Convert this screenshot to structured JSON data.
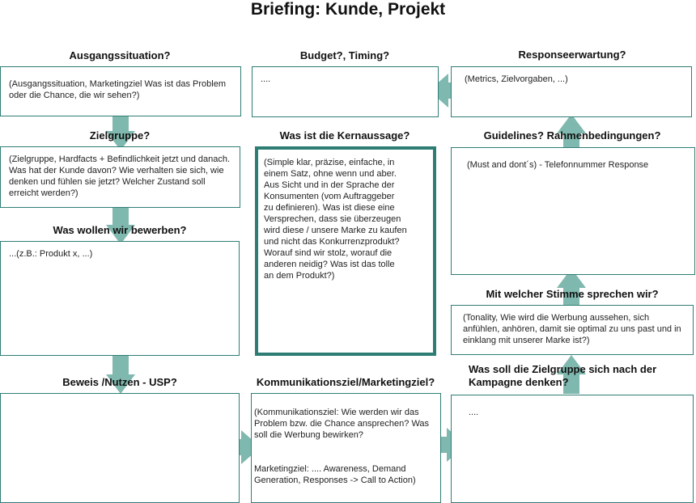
{
  "title": "Briefing: Kunde, Projekt",
  "colors": {
    "border": "#2e7d74",
    "arrow": "#7fb8ae"
  },
  "sections": {
    "ausgangssituation": {
      "heading": "Ausgangssituation?",
      "text": "(Ausgangssituation, Marketingziel Was ist das Problem oder die Chance, die wir sehen?)"
    },
    "budget": {
      "heading": "Budget?, Timing?",
      "text": "...."
    },
    "response": {
      "heading": "Responseerwartung?",
      "text": "(Metrics, Zielvorgaben, ...)"
    },
    "zielgruppe": {
      "heading": "Zielgruppe?",
      "text": "(Zielgruppe, Hardfacts + Befindlichkeit jetzt und danach. Was hat der Kunde davon? Wie verhalten sie sich, wie denken und fühlen sie jetzt? Welcher Zustand soll erreicht werden?)"
    },
    "kernaussage": {
      "heading": "Was ist die Kernaussage?",
      "text": "(Simple klar, präzise, einfache, in\neinem Satz, ohne wenn und aber.\nAus Sicht und in der Sprache der\nKonsumenten (vom Auftraggeber\nzu definieren). Was ist diese eine\nVersprechen, dass sie überzeugen\nwird diese / unsere Marke zu kaufen\nund nicht das Konkurrenzprodukt?\nWorauf sind wir stolz, worauf die\nanderen neidig? Was ist das tolle\nan dem Produkt?)"
    },
    "guidelines": {
      "heading": "Guidelines? Rahmenbedingungen?",
      "text": "(Must and dont´s) - Telefonnummer Response"
    },
    "bewerben": {
      "heading": "Was wollen wir bewerben?",
      "text": "...(z.B.: Produkt x, ...)"
    },
    "stimme": {
      "heading": "Mit welcher Stimme sprechen wir?",
      "text": "(Tonality, Wie wird die Werbung aussehen, sich anfühlen, anhören, damit sie optimal zu uns past und in einklang mit unserer Marke ist?)"
    },
    "beweis": {
      "heading": "Beweis /Nutzen - USP?",
      "text": ""
    },
    "kommunikation": {
      "heading": "Kommunikationsziel/Marketingziel?",
      "text": "(Kommunikationsziel: Wie werden wir das Problem bzw. die Chance ansprechen? Was soll die Werbung bewirken?\n\n\nMarketingziel: .... Awareness, Demand Generation, Responses -> Call to Action)"
    },
    "denken": {
      "heading": "Was soll die Zielgruppe sich nach der Kampagne denken?",
      "text": "...."
    }
  }
}
